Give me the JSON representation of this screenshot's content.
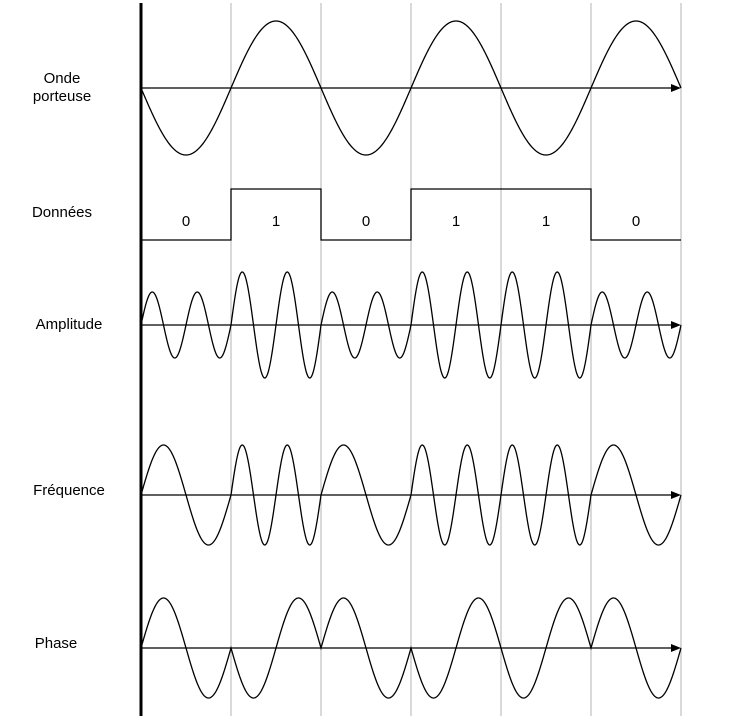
{
  "labels": {
    "carrier_line1": "Onde",
    "carrier_line2": "porteuse",
    "data": "Données",
    "amplitude": "Amplitude",
    "frequency": "Fréquence",
    "phase": "Phase"
  },
  "bits": [
    "0",
    "1",
    "0",
    "1",
    "1",
    "0"
  ]
}
